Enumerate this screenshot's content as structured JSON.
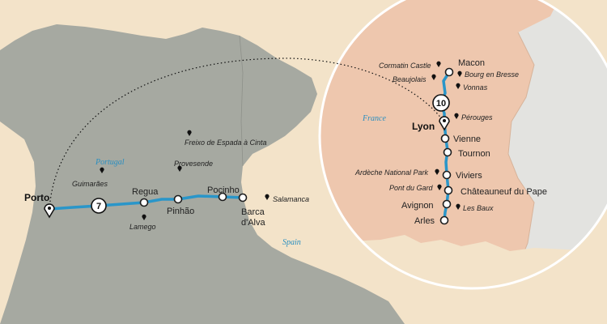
{
  "colors": {
    "sea": "#f3e3c9",
    "land_iberia": "#a6a9a1",
    "land_france": "#eec7ae",
    "land_neighbor": "#e3e3e0",
    "route": "#2a96c9",
    "country_label": "#2b8fc0"
  },
  "countries": {
    "portugal": "Portugal",
    "spain": "Spain",
    "france": "France"
  },
  "douro": {
    "badge": "7",
    "stops": [
      "Porto",
      "Regua",
      "Pinhão",
      "Pocinho",
      "Barca",
      "d'Alva"
    ],
    "pois": [
      "Guimarães",
      "Lamego",
      "Provesende",
      "Freixo de Espada à Cinta",
      "Salamanca"
    ]
  },
  "rhone": {
    "badge": "10",
    "stops": [
      "Macon",
      "Lyon",
      "Vienne",
      "Tournon",
      "Viviers",
      "Châteauneuf du Pape",
      "Avignon",
      "Arles"
    ],
    "pois": [
      "Cormatin Castle",
      "Beaujolais",
      "Bourg en Bresse",
      "Vonnas",
      "Pérouges",
      "Ardèche National Park",
      "Pont du Gard",
      "Les Baux"
    ]
  }
}
